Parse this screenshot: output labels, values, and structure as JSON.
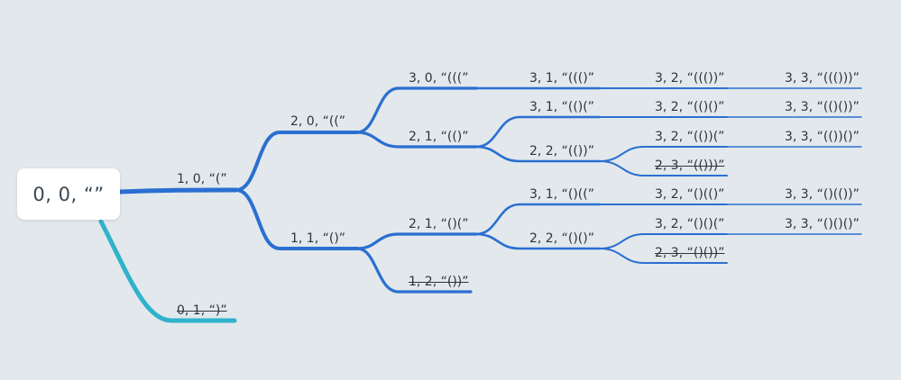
{
  "root": {
    "label": "0, 0, “”"
  },
  "nodes": {
    "n10": "1, 0, “(”",
    "n01": "0, 1, “)”",
    "n20": "2, 0, “((”",
    "n11": "1, 1, “()”",
    "n30": "3, 0, “(((”",
    "n21a": "2, 1, “(()”",
    "n21b": "2, 1, “()(”",
    "n12": "1, 2, “())”",
    "n31a": "3, 1, “((()”",
    "n31b": "3, 1, “(()(”",
    "n22a": "2, 2, “(())”",
    "n31c": "3, 1, “()((”",
    "n22b": "2, 2, “()()”",
    "n32a": "3, 2, “((())”",
    "n32b": "3, 2, “(()()”",
    "n32c": "3, 2, “(())(”",
    "n23a": "2, 3, “(()))”",
    "n32d": "3, 2, “()(()”",
    "n32e": "3, 2, “()()(”",
    "n23b": "2, 3, “()())”",
    "n33a": "3, 3, “((()))”",
    "n33b": "3, 3, “(()())”",
    "n33c": "3, 3, “(())()”",
    "n33d": "3, 3, “()(())”",
    "n33e": "3, 3, “()()()”"
  },
  "colors": {
    "background": "#e2e8ec",
    "main_branch": "#2a6fd1",
    "pruned_root_branch": "#2fb3cc",
    "text": "#2b3540"
  }
}
